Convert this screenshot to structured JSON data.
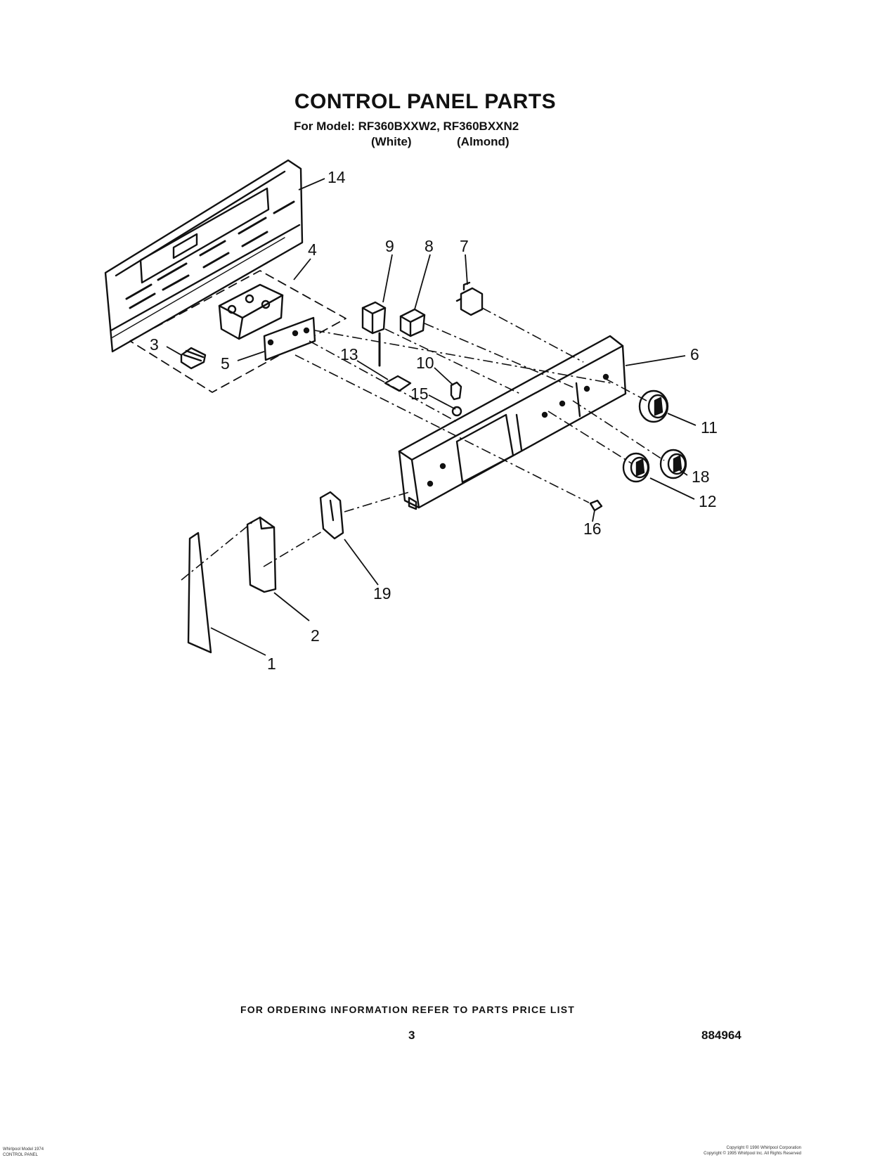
{
  "header": {
    "title": "CONTROL PANEL PARTS",
    "models_line": "For Model: RF360BXXW2, RF360BXXN2",
    "variants": [
      "(White)",
      "(Almond)"
    ]
  },
  "callouts": [
    "1",
    "2",
    "3",
    "4",
    "5",
    "6",
    "7",
    "8",
    "9",
    "10",
    "11",
    "12",
    "13",
    "14",
    "15",
    "16",
    "18",
    "19"
  ],
  "footer": {
    "order_info": "FOR ORDERING INFORMATION REFER TO PARTS PRICE LIST",
    "page_number": "3",
    "doc_number": "884964",
    "left_small": [
      "Whirlpool Model 1974",
      "CONTROL PANEL"
    ],
    "right_small": [
      "Copyright © 1990 Whirlpool Corporation",
      "Copyright © 1995 Whirlpool Inc. All Rights Reserved"
    ]
  },
  "colors": {
    "ink": "#111111",
    "paper": "#ffffff"
  }
}
